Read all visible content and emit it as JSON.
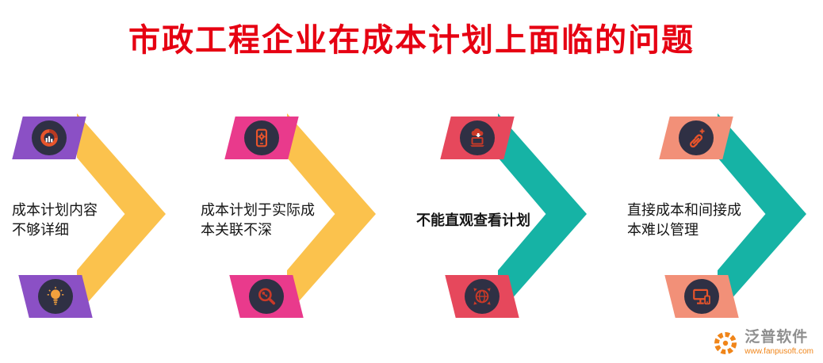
{
  "title": "市政工程企业在成本计划上面临的问题",
  "title_color": "#E60012",
  "icon_circle_color": "#2F3044",
  "columns": [
    {
      "text": "成本计划内容不够详细",
      "lines": [
        "成本计划内容",
        "不够详细"
      ],
      "emphasis": "normal",
      "tile_color": "#8B50C5",
      "arrow_color": "#FBC24D",
      "top_icon": "donut-chart-icon",
      "bottom_icon": "lightbulb-icon"
    },
    {
      "text": "成本计划于实际成本关联不深",
      "lines": [
        "成本计划于实际成",
        "本关联不深"
      ],
      "emphasis": "normal",
      "tile_color": "#E93A8C",
      "arrow_color": "#FBC24D",
      "top_icon": "phone-gear-icon",
      "bottom_icon": "key-search-icon"
    },
    {
      "text": "不能直观查看计划",
      "lines": [
        "不能直观查看计划"
      ],
      "emphasis": "bold",
      "tile_color": "#E6485C",
      "arrow_color": "#16B3A5",
      "top_icon": "laptop-cloud-icon",
      "bottom_icon": "globe-network-icon"
    },
    {
      "text": "直接成本和间接成本难以管理",
      "lines": [
        "直接成本和间接成",
        "本难以管理"
      ],
      "emphasis": "normal",
      "tile_color": "#F29078",
      "arrow_color": "#16B3A5",
      "top_icon": "link-add-icon",
      "bottom_icon": "monitor-icon"
    }
  ],
  "footer": {
    "brand": "泛普软件",
    "url": "www.fanpusoft.com",
    "logo_color": "#F08519"
  }
}
